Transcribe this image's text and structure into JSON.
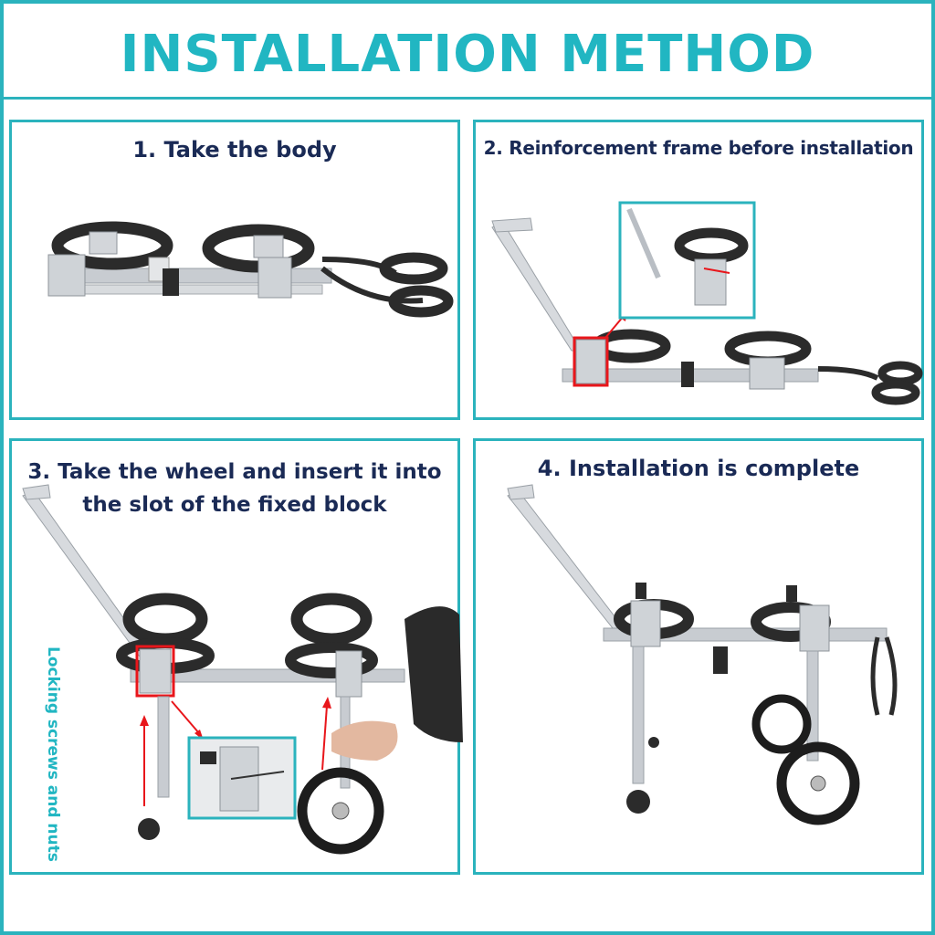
{
  "title": "INSTALLATION METHOD",
  "steps": [
    {
      "number": "1.",
      "text": "Take the body"
    },
    {
      "number": "2.",
      "text": "Reinforcement frame before installation"
    },
    {
      "number": "3.",
      "line1": "Take the wheel and insert it into",
      "line2": "the slot of the fixed block"
    },
    {
      "number": "4.",
      "text": "Installation is complete"
    }
  ],
  "callout": "Locking screws and nuts",
  "colors": {
    "accent": "#21b6c2",
    "step_text": "#1a2a55",
    "highlight": "#e8161b",
    "frame": "#b9bec4",
    "foam": "#2b2b2b"
  }
}
